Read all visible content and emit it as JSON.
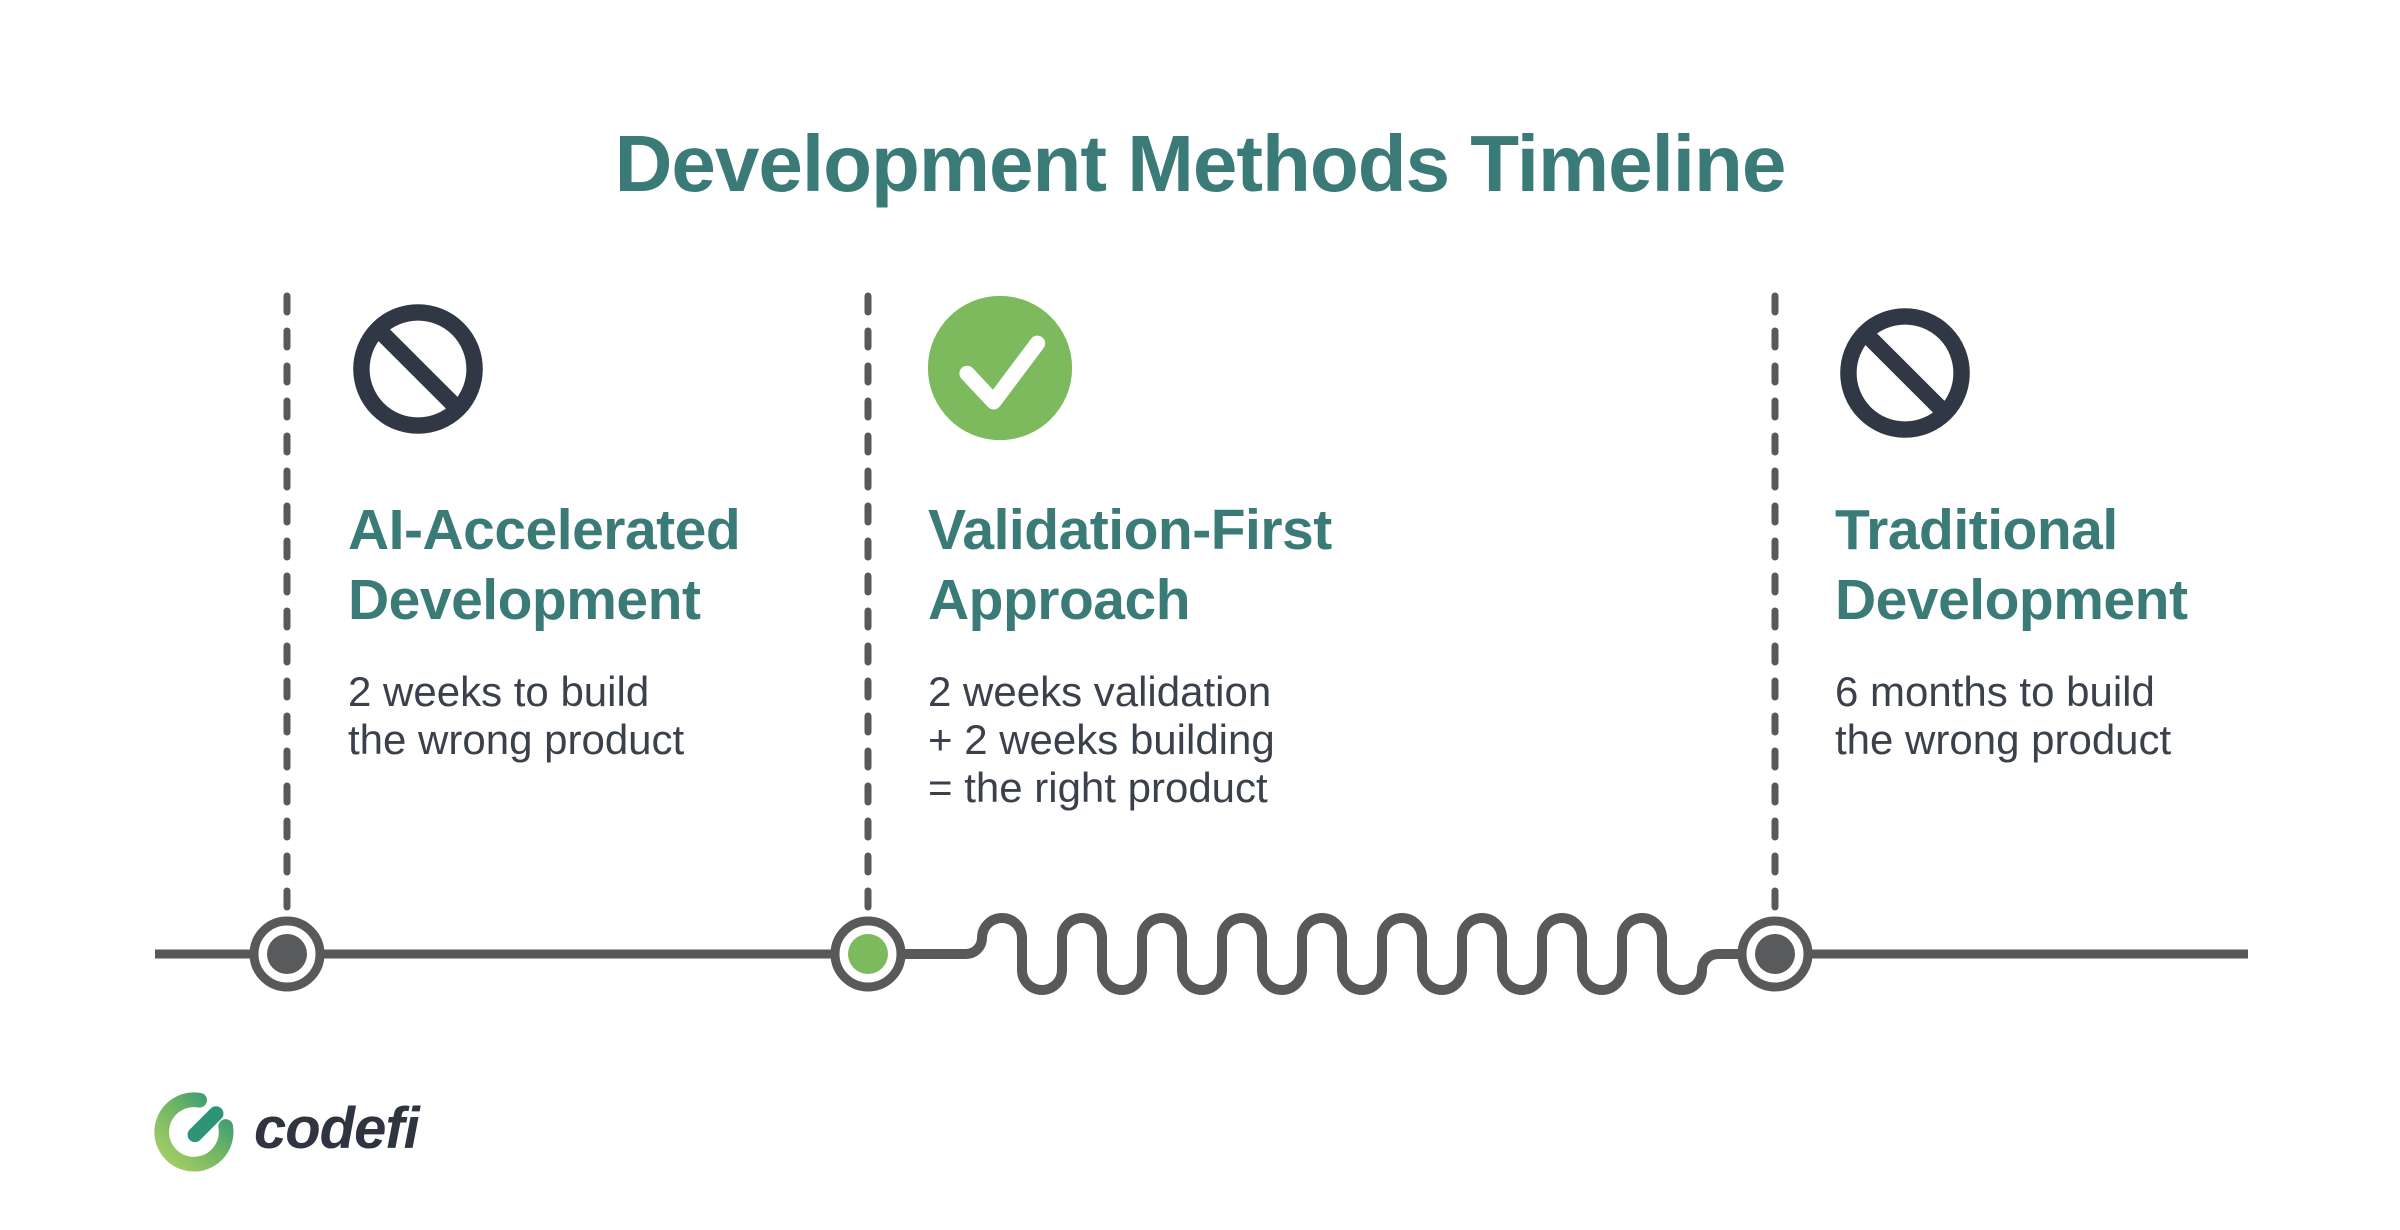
{
  "title": "Development Methods Timeline",
  "colors": {
    "heading_teal": "#3A7B78",
    "body_text": "#3A414B",
    "icon_dark": "#313845",
    "check_green": "#7DB95D",
    "timeline_gray": "#58595B",
    "logo_dark": "#2E3540",
    "logo_gradient_start": "#A8D063",
    "logo_gradient_end": "#2E9478",
    "background": "#FFFFFF"
  },
  "columns": [
    {
      "id": "ai-accelerated",
      "icon": "prohibited-icon",
      "heading_lines": [
        "AI-Accelerated",
        "Development"
      ],
      "body_lines": [
        "2 weeks to build",
        "the wrong product"
      ]
    },
    {
      "id": "validation-first",
      "icon": "check-icon",
      "heading_lines": [
        "Validation-First",
        "Approach"
      ],
      "body_lines": [
        "2 weeks validation",
        "+ 2 weeks building",
        "= the right product"
      ]
    },
    {
      "id": "traditional",
      "icon": "prohibited-icon",
      "heading_lines": [
        "Traditional",
        "Development"
      ],
      "body_lines": [
        "6 months to build",
        "the wrong product"
      ]
    }
  ],
  "timeline": {
    "markers": [
      {
        "column": "ai-accelerated",
        "dot_color": "#595A5C"
      },
      {
        "column": "validation-first",
        "dot_color": "#7DB95D"
      },
      {
        "column": "traditional",
        "dot_color": "#595A5C"
      }
    ],
    "squiggle_between": [
      "validation-first",
      "traditional"
    ]
  },
  "logo": {
    "wordmark": "codefi"
  }
}
